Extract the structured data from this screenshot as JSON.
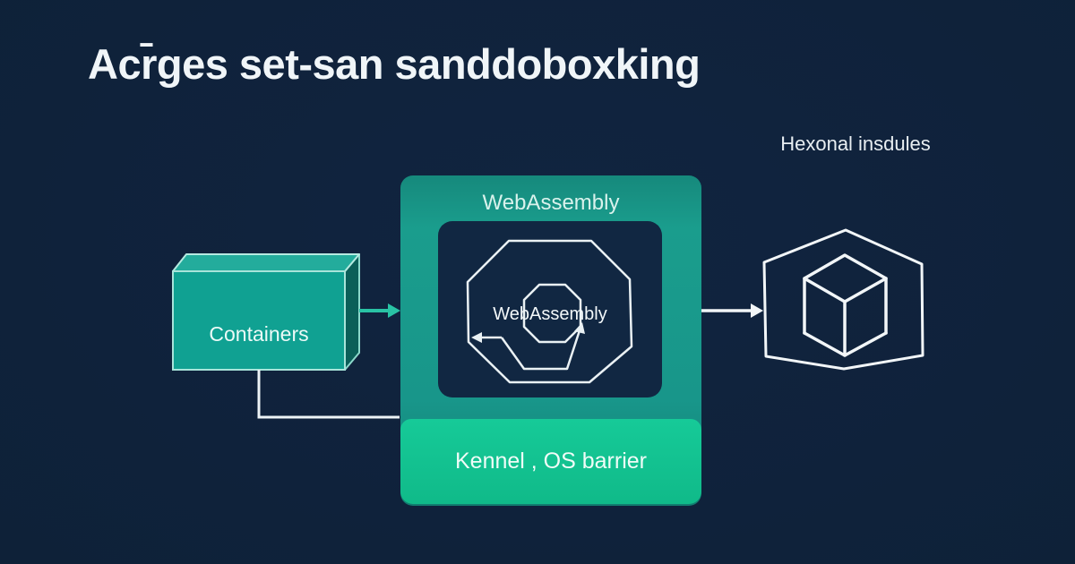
{
  "page": {
    "title": "Acr̄ges set-san sanddoboxking",
    "right_label": "Hexonal insdules"
  },
  "containers_box": {
    "label": "Containers"
  },
  "wasm_panel": {
    "header_label": "WebAssembly",
    "inner_label": "WebAssembly",
    "footer_label": "Kennel , OS barrier"
  },
  "icons": {
    "outer_octagon": "octagon-outline-icon",
    "inner_octagon": "octagon-outline-icon",
    "hexagon": "hexagon-outline-icon",
    "cube": "wireframe-cube-icon",
    "arrows": [
      "arrow-right-icon",
      "arrow-left-icon",
      "arrow-up-right-icon"
    ]
  },
  "colors": {
    "background": "#0E2138",
    "panel_teal": "#18968A",
    "footer_green": "#13C493",
    "inner_panel": "#112742",
    "box_front": "#10A192",
    "box_top": "#23AC9C",
    "box_side": "#0B5F59",
    "accent_arrow": "#29C3A5",
    "line_white": "#EDF3F6",
    "title_text": "#F0F5F8"
  }
}
